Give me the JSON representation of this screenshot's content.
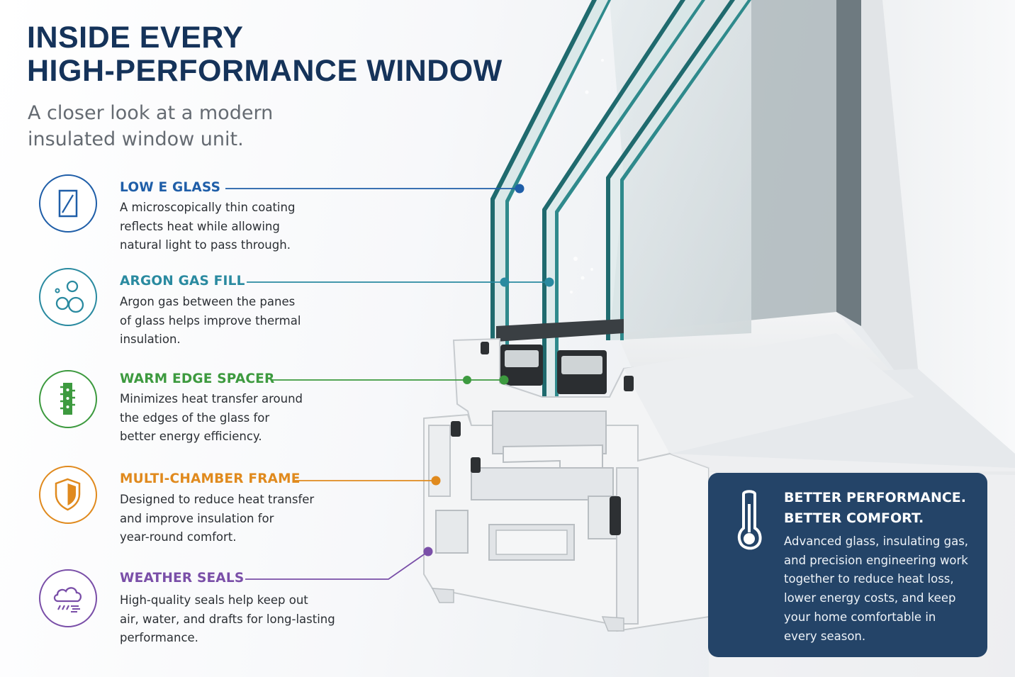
{
  "header": {
    "title_line1": "INSIDE EVERY",
    "title_line2": "HIGH-PERFORMANCE WINDOW",
    "subtitle_line1": "A closer look at a modern",
    "subtitle_line2": "insulated window unit."
  },
  "features": [
    {
      "name": "LOW E GLASS",
      "icon": "glass-pane-icon",
      "color": "#1f5ea8",
      "desc": [
        "A microscopically thin coating",
        "reflects heat while allowing",
        "natural light to pass through."
      ]
    },
    {
      "name": "ARGON GAS FILL",
      "icon": "gas-bubbles-icon",
      "color": "#2a8aa0",
      "desc": [
        "Argon gas between the panes",
        "of glass helps improve thermal",
        "insulation."
      ]
    },
    {
      "name": "WARM EDGE SPACER",
      "icon": "spacer-bar-icon",
      "color": "#3d9a3f",
      "desc": [
        "Minimizes heat transfer around",
        "the edges of the glass for",
        "better energy efficiency."
      ]
    },
    {
      "name": "MULTI-CHAMBER FRAME",
      "icon": "shield-icon",
      "color": "#e08a1e",
      "desc": [
        "Designed to reduce heat transfer",
        "and improve insulation for",
        "year-round comfort."
      ]
    },
    {
      "name": "WEATHER SEALS",
      "icon": "rain-cloud-icon",
      "color": "#7a4fa8",
      "desc": [
        "High-quality seals help keep out",
        "air, water, and drafts for long-lasting",
        "performance."
      ]
    }
  ],
  "panel": {
    "icon": "thermometer-icon",
    "title_line1": "BETTER PERFORMANCE.",
    "title_line2": "BETTER COMFORT.",
    "body": [
      "Advanced glass, insulating gas,",
      "and precision engineering work",
      "together to reduce heat loss,",
      "lower energy costs, and keep",
      "your home comfortable in",
      "every season."
    ],
    "background": "#244468"
  }
}
